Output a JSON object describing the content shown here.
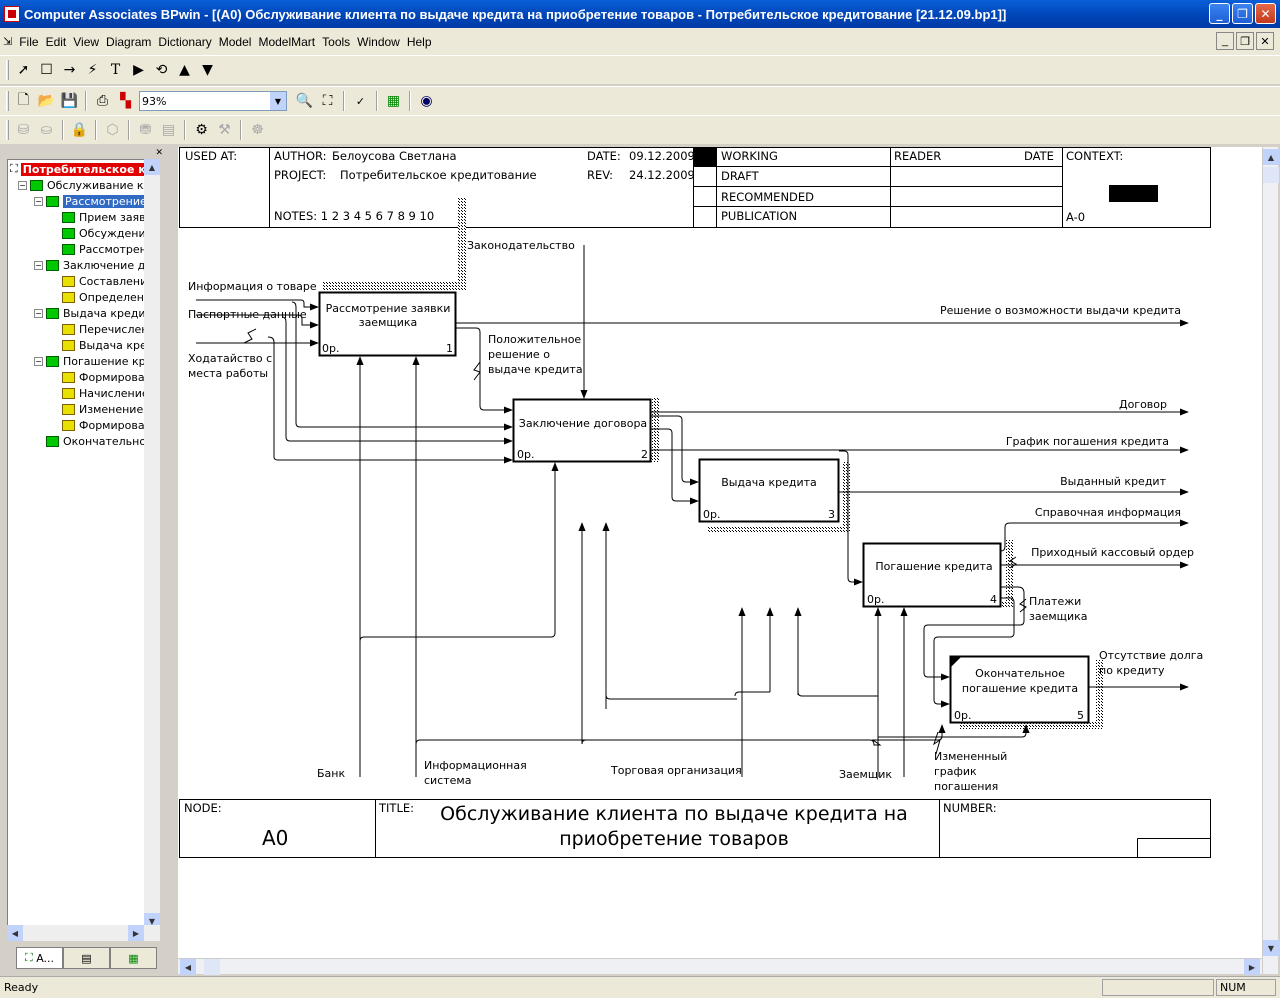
{
  "window": {
    "title": "Computer Associates BPwin - [(A0) Обслуживание клиента  по выдаче кредита на  приобретение товаров - Потребительское кредитование  [21.12.09.bp1]]"
  },
  "menu": [
    "File",
    "Edit",
    "View",
    "Diagram",
    "Dictionary",
    "Model",
    "ModelMart",
    "Tools",
    "Window",
    "Help"
  ],
  "toolbar": {
    "zoom": "93%"
  },
  "tree": {
    "root": "Потребительское кредитование",
    "items": [
      {
        "label": "Обслуживание клиента",
        "level": 1,
        "kind": "green"
      },
      {
        "label": "Рассмотрение заявки",
        "level": 2,
        "kind": "green",
        "selected": true
      },
      {
        "label": "Прием заявки",
        "level": 3,
        "kind": "green"
      },
      {
        "label": "Обсуждение",
        "level": 3,
        "kind": "green"
      },
      {
        "label": "Рассмотрение",
        "level": 3,
        "kind": "green"
      },
      {
        "label": "Заключение договора",
        "level": 2,
        "kind": "green"
      },
      {
        "label": "Составление",
        "level": 3,
        "kind": "yellow"
      },
      {
        "label": "Определение",
        "level": 3,
        "kind": "yellow"
      },
      {
        "label": "Выдача кредита",
        "level": 2,
        "kind": "green"
      },
      {
        "label": "Перечисление",
        "level": 3,
        "kind": "yellow"
      },
      {
        "label": "Выдача кредита",
        "level": 3,
        "kind": "yellow"
      },
      {
        "label": "Погашение кредита",
        "level": 2,
        "kind": "green"
      },
      {
        "label": "Формирование",
        "level": 3,
        "kind": "yellow"
      },
      {
        "label": "Начисление",
        "level": 3,
        "kind": "yellow"
      },
      {
        "label": "Изменение",
        "level": 3,
        "kind": "yellow"
      },
      {
        "label": "Формирование",
        "level": 3,
        "kind": "yellow"
      },
      {
        "label": "Окончательное",
        "level": 2,
        "kind": "green"
      }
    ],
    "tabs": [
      "A...",
      "",
      ""
    ]
  },
  "header": {
    "used_at": "USED AT:",
    "author_label": "AUTHOR:",
    "author": "Белоусова Светлана",
    "project_label": "PROJECT:",
    "project": "Потребительское кредитование",
    "date_label": "DATE:",
    "date": "09.12.2009",
    "rev_label": "REV:",
    "rev": "24.12.2009",
    "notes": "NOTES:  1  2  3  4  5  6  7  8  9  10",
    "working": "WORKING",
    "draft": "DRAFT",
    "recommended": "RECOMMENDED",
    "publication": "PUBLICATION",
    "reader": "READER",
    "date2": "DATE",
    "context": "CONTEXT:",
    "ctxnode": "A-0"
  },
  "footer": {
    "node_label": "NODE:",
    "node": "A0",
    "title_label": "TITLE:",
    "title_line1": "Обслуживание клиента  по выдаче кредита на",
    "title_line2": "приобретение товаров",
    "number_label": "NUMBER:"
  },
  "boxes": [
    {
      "l1": "Рассмотрение заявки",
      "l2": "заемщика",
      "cost": "0р.",
      "num": "1"
    },
    {
      "l1": "Заключение договора",
      "l2": "",
      "cost": "0р.",
      "num": "2"
    },
    {
      "l1": "Выдача кредита",
      "l2": "",
      "cost": "0р.",
      "num": "3"
    },
    {
      "l1": "Погашение кредита",
      "l2": "",
      "cost": "0р.",
      "num": "4"
    },
    {
      "l1": "Окончательное",
      "l2": "погашение кредита",
      "cost": "0р.",
      "num": "5"
    }
  ],
  "arrow_labels": {
    "law": "Законодательство",
    "info_goods": "Информация о товаре",
    "passport": "Паспортные данные",
    "petition1": "Ходатайство с",
    "petition2": "места работы",
    "decision": "Решение о возможности выдачи кредита",
    "positive1": "Положительное",
    "positive2": "решение о",
    "positive3": "выдаче кредита",
    "contract": "Договор",
    "schedule": "График погашения кредита",
    "issued": "Выданный кредит",
    "reference": "Справочная информация",
    "cash_order": "Приходный кассовый ордер",
    "payments1": "Платежи",
    "payments2": "заемщика",
    "no_debt1": "Отсутствие долга",
    "no_debt2": "по кредиту",
    "bank": "Банк",
    "infosys1": "Информационная",
    "infosys2": "система",
    "trade": "Торговая организация",
    "borrower": "Заемщик",
    "changed1": "Измененный",
    "changed2": "график",
    "changed3": "погашения"
  },
  "status": {
    "text": "Ready",
    "num": "NUM"
  }
}
